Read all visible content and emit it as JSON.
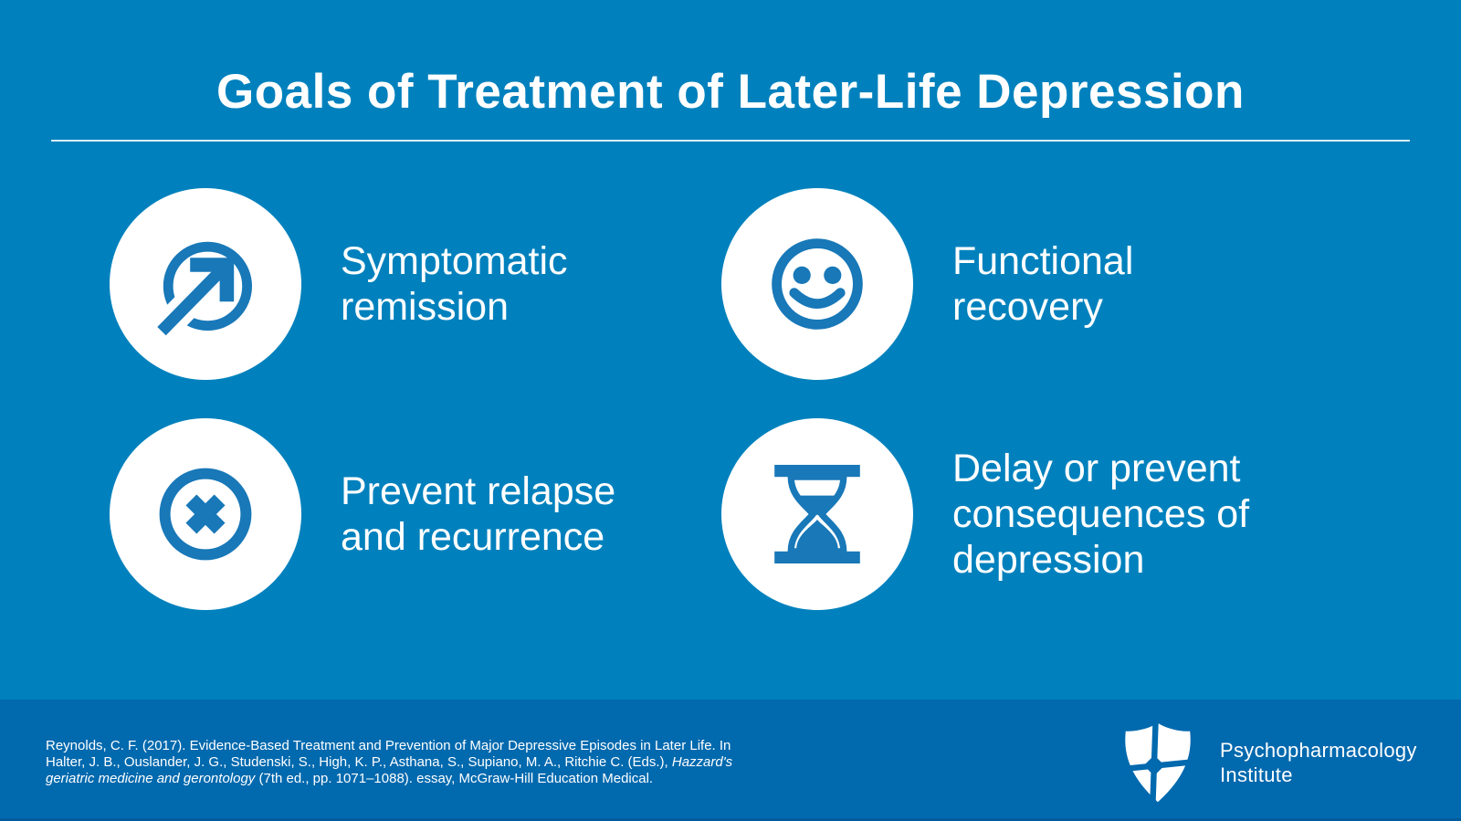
{
  "title": "Goals of Treatment of Later-Life Depression",
  "goals": [
    {
      "icon": "trend-arrow-circle-icon",
      "label": "Symptomatic remission"
    },
    {
      "icon": "smiley-face-icon",
      "label": "Functional recovery"
    },
    {
      "icon": "x-circle-icon",
      "label": "Prevent relapse and recurrence"
    },
    {
      "icon": "hourglass-icon",
      "label": "Delay or prevent consequences of depression"
    }
  ],
  "footer": {
    "citation": {
      "line1": "Reynolds, C. F. (2017). Evidence-Based Treatment and Prevention of Major Depressive Episodes in Later Life. In",
      "line2_regular": "Halter, J. B., Ouslander, J. G., Studenski, S., High, K. P., Asthana, S., Supiano, M. A., Ritchie C. (Eds.), ",
      "line2_italic": "Hazzard's",
      "line3_italic": "geriatric medicine and gerontology",
      "line3_regular": " (7th ed., pp. 1071–1088). essay, McGraw-Hill Education Medical."
    },
    "logo": {
      "icon": "shield-cross-icon",
      "line1": "Psychopharmacology",
      "line2": "Institute"
    }
  },
  "colors": {
    "background": "#0081BD",
    "footer_background": "#0169AE",
    "footer_edge": "#015B9D",
    "icon_blue": "#1878B8",
    "circle_white": "#FFFFFF",
    "text_white": "#FFFFFF"
  }
}
